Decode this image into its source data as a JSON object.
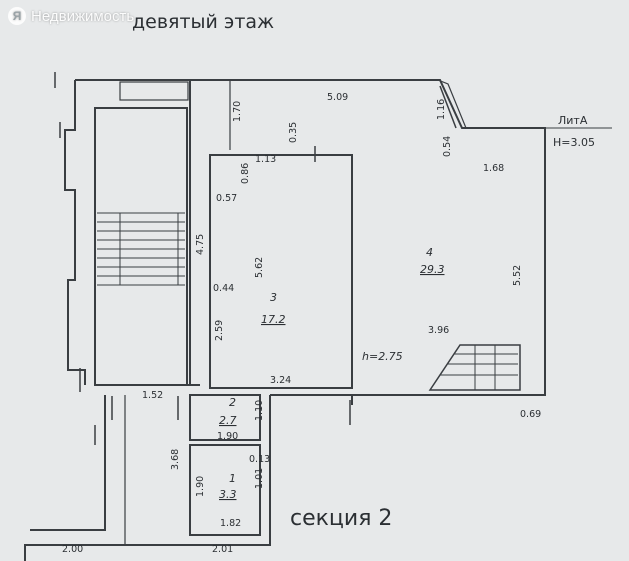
{
  "watermark": {
    "logo": "Я",
    "text": "Недвижимость"
  },
  "plan": {
    "title": "девятый этаж",
    "section_label": "секция 2",
    "lit_label": "ЛитА",
    "height_label": "H=3.05",
    "inner_height": "h=2.75"
  },
  "rooms": [
    {
      "number": "1",
      "area": "3.3"
    },
    {
      "number": "2",
      "area": "2.7"
    },
    {
      "number": "3",
      "area": "17.2"
    },
    {
      "number": "4",
      "area": "29.3"
    }
  ],
  "dimensions": [
    "5.09",
    "1.16",
    "1.70",
    "0.35",
    "1.13",
    "0.86",
    "0.57",
    "4.75",
    "5.62",
    "0.44",
    "2.59",
    "3.24",
    "0.54",
    "1.68",
    "5.52",
    "3.96",
    "0.69",
    "1.52",
    "1.90",
    "1.10",
    "0.13",
    "3.68",
    "1.90",
    "1.01",
    "1.82",
    "2.00",
    "2.01"
  ]
}
